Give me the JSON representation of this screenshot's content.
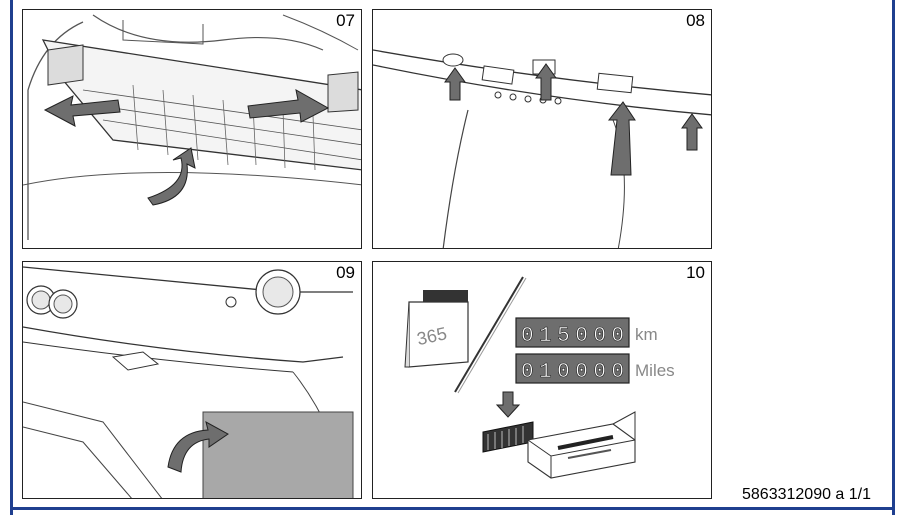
{
  "steps": [
    {
      "number": "07"
    },
    {
      "number": "08"
    },
    {
      "number": "09"
    },
    {
      "number": "10",
      "calendar_days": "365",
      "odometer_km": "015000",
      "unit_km": "km",
      "odometer_miles": "010000",
      "unit_miles": "Miles"
    }
  ],
  "footer": {
    "document_number": "5863312090 a 1/1"
  },
  "colors": {
    "frame": "#1f3f8f",
    "arrow_fill": "#6e6e6e",
    "filter_area": "#a8a8a8"
  }
}
